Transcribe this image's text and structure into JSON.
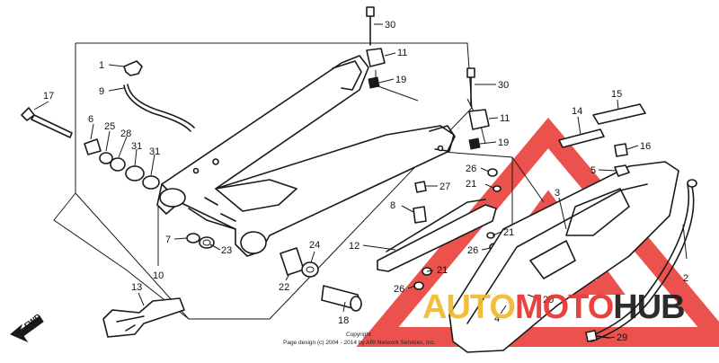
{
  "diagram": {
    "callouts": [
      "1",
      "2",
      "3",
      "4",
      "5",
      "6",
      "7",
      "8",
      "9",
      "10",
      "11",
      "11",
      "12",
      "13",
      "14",
      "15",
      "16",
      "17",
      "18",
      "19",
      "19",
      "20",
      "21",
      "21",
      "21",
      "22",
      "23",
      "24",
      "25",
      "26",
      "26",
      "26",
      "27",
      "28",
      "29",
      "30",
      "30",
      "31",
      "31"
    ],
    "copyright_line1": "Copyright",
    "copyright_line2": "Page design (c) 2004 - 2014 by ARI Network Services, Inc.",
    "fwd_label": "FWD"
  },
  "watermark": {
    "part1": "AUTO",
    "part2": "MOTO",
    "part3": "HUB",
    "colors": {
      "part1": "#f0b92e",
      "part2": "#e8342f",
      "part3": "#1c1c1c"
    }
  }
}
